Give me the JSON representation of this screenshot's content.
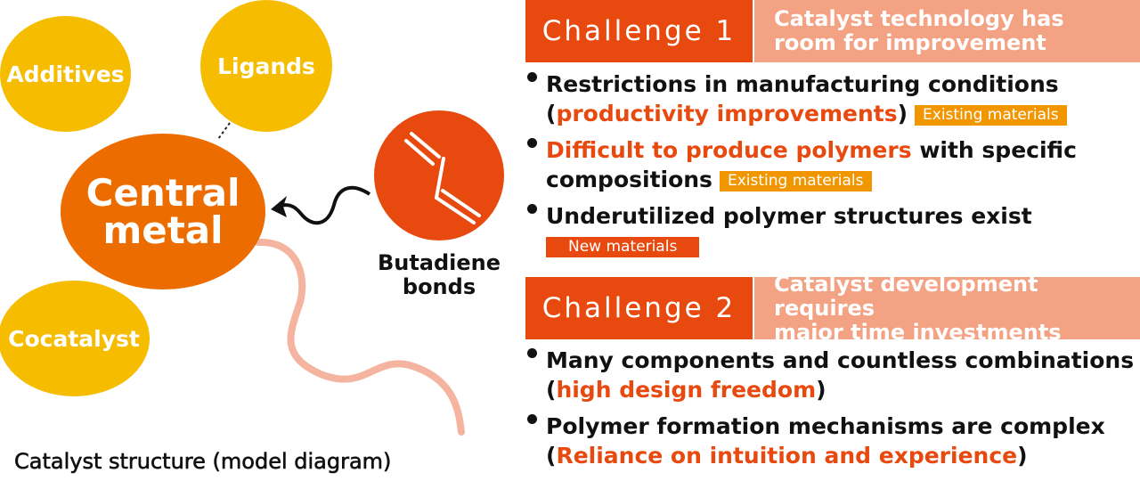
{
  "diagram": {
    "additives": "Additives",
    "ligands": "Ligands",
    "central_metal": [
      "Central",
      "metal"
    ],
    "cocatalyst": "Cocatalyst",
    "butadiene": [
      "Butadiene",
      "bonds"
    ],
    "caption": "Catalyst structure (model diagram)"
  },
  "challenge1": {
    "label": "Challenge 1",
    "desc": [
      "Catalyst technology has",
      "room for improvement"
    ],
    "bullets": [
      {
        "line1": "Restrictions in manufacturing conditions",
        "open": "(",
        "highlight": "productivity improvements",
        "close": ")",
        "tag": "Existing materials"
      },
      {
        "highlight": "Difficult to produce polymers",
        "rest": " with specific",
        "line2": "compositions",
        "tag": "Existing materials"
      },
      {
        "line1": "Underutilized polymer structures exist",
        "tag": "New materials"
      }
    ]
  },
  "challenge2": {
    "label": "Challenge 2",
    "desc": [
      "Catalyst development requires",
      "major time investments"
    ],
    "bullets": [
      {
        "line1": "Many components and countless combinations",
        "open": "(",
        "highlight": "high design freedom",
        "close": ")"
      },
      {
        "line1": "Polymer formation mechanisms are complex",
        "open": "(",
        "highlight": "Reliance on intuition and experience",
        "close": ")"
      }
    ]
  },
  "colors": {
    "accent": "#e8490f",
    "salmon": "#f4a284",
    "yellow": "#f6bc00",
    "metal": "#ed6c00",
    "tag": "#f29600"
  }
}
